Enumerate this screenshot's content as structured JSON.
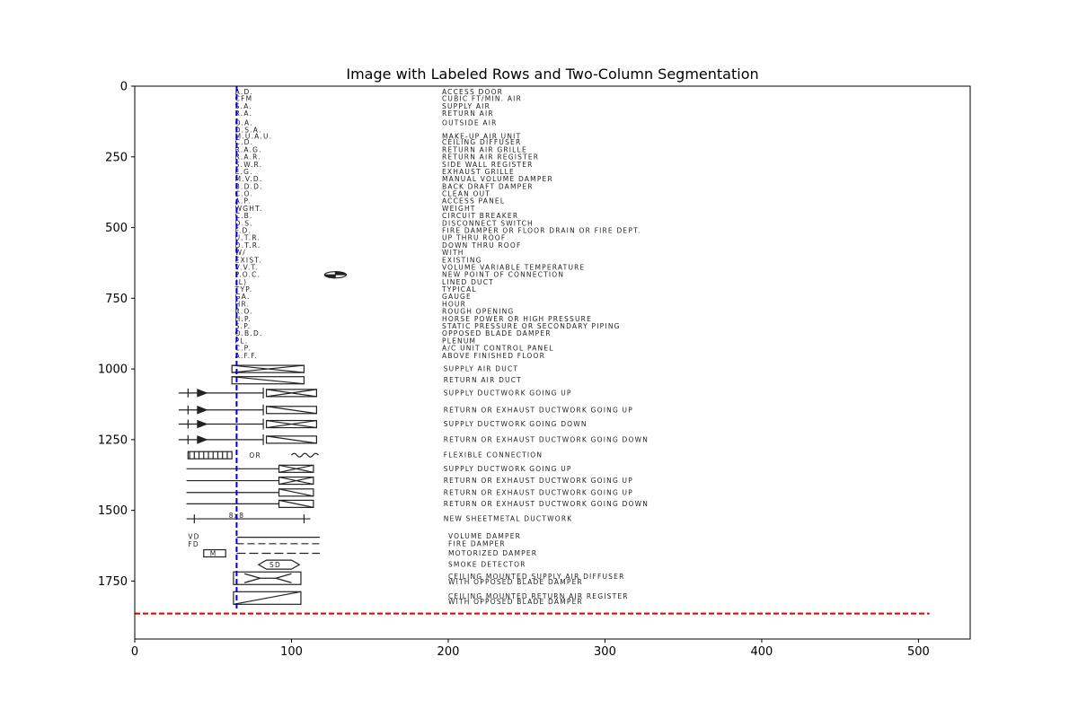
{
  "chart_data": {
    "type": "image-annotation",
    "title": "Image with Labeled Rows and Two-Column Segmentation",
    "xlim": [
      0,
      533
    ],
    "ylim": [
      1955,
      0
    ],
    "xticks": [
      0,
      100,
      200,
      300,
      400,
      500
    ],
    "yticks": [
      0,
      250,
      500,
      750,
      1000,
      1250,
      1500,
      1750
    ],
    "column_divider": {
      "x": 65,
      "y_range": [
        0,
        1850
      ],
      "color": "#0000cc",
      "style": "dashed"
    },
    "bottom_divider": {
      "y": 1865,
      "x_range": [
        0,
        507
      ],
      "color": "#dd0000",
      "style": "dashed"
    },
    "abbreviation_rows": [
      {
        "y": 20,
        "abbr": "A.D.",
        "desc": "ACCESS DOOR"
      },
      {
        "y": 45,
        "abbr": "CFM",
        "desc": "CUBIC FT/MIN. AIR"
      },
      {
        "y": 71,
        "abbr": "S.A.",
        "desc": "SUPPLY AIR"
      },
      {
        "y": 97,
        "abbr": "R.A.",
        "desc": "RETURN AIR"
      },
      {
        "y": 130,
        "abbr": "O.A.",
        "desc": "OUTSIDE AIR"
      },
      {
        "y": 155,
        "abbr": "D.S.A.",
        "desc": ""
      },
      {
        "y": 177,
        "abbr": "M.U.A.U.",
        "desc": "MAKE-UP AIR UNIT"
      },
      {
        "y": 199,
        "abbr": "C.D.",
        "desc": "CEILING DIFFUSER"
      },
      {
        "y": 225,
        "abbr": "R.A.G.",
        "desc": "RETURN AIR GRILLE"
      },
      {
        "y": 251,
        "abbr": "R.A.R.",
        "desc": "RETURN AIR REGISTER"
      },
      {
        "y": 277,
        "abbr": "S.W.R.",
        "desc": "SIDE WALL REGISTER"
      },
      {
        "y": 303,
        "abbr": "E.G.",
        "desc": "EXHAUST GRILLE"
      },
      {
        "y": 329,
        "abbr": "M.V.D.",
        "desc": "MANUAL VOLUME DAMPER"
      },
      {
        "y": 355,
        "abbr": "B.D.D.",
        "desc": "BACK DRAFT DAMPER"
      },
      {
        "y": 381,
        "abbr": "C.O.",
        "desc": "CLEAN OUT"
      },
      {
        "y": 407,
        "abbr": "A.P.",
        "desc": "ACCESS PANEL"
      },
      {
        "y": 433,
        "abbr": "WGHT.",
        "desc": "WEIGHT"
      },
      {
        "y": 459,
        "abbr": "C.B.",
        "desc": "CIRCUIT BREAKER"
      },
      {
        "y": 485,
        "abbr": "D.S.",
        "desc": "DISCONNECT SWITCH"
      },
      {
        "y": 511,
        "abbr": "F.D.",
        "desc": "FIRE DAMPER OR FLOOR DRAIN OR FIRE DEPT."
      },
      {
        "y": 537,
        "abbr": "U.T.R.",
        "desc": "UP THRU ROOF"
      },
      {
        "y": 563,
        "abbr": "D.T.R.",
        "desc": "DOWN THRU ROOF"
      },
      {
        "y": 589,
        "abbr": "W/",
        "desc": "WITH"
      },
      {
        "y": 615,
        "abbr": "EXIST.",
        "desc": "EXISTING"
      },
      {
        "y": 641,
        "abbr": "V.V.T.",
        "desc": "VOLUME VARIABLE TEMPERATURE"
      },
      {
        "y": 667,
        "abbr": "P.O.C.",
        "desc": "NEW POINT OF CONNECTION"
      },
      {
        "y": 693,
        "abbr": "(L)",
        "desc": "LINED DUCT"
      },
      {
        "y": 719,
        "abbr": "TYP.",
        "desc": "TYPICAL"
      },
      {
        "y": 745,
        "abbr": "GA.",
        "desc": "GAUGE"
      },
      {
        "y": 771,
        "abbr": "HR.",
        "desc": "HOUR"
      },
      {
        "y": 797,
        "abbr": "R.O.",
        "desc": "ROUGH OPENING"
      },
      {
        "y": 823,
        "abbr": "H.P.",
        "desc": "HORSE POWER OR HIGH PRESSURE"
      },
      {
        "y": 849,
        "abbr": "S.P.",
        "desc": "STATIC PRESSURE OR SECONDARY PIPING"
      },
      {
        "y": 875,
        "abbr": "O.B.D.",
        "desc": "OPPOSED BLADE DAMPER"
      },
      {
        "y": 901,
        "abbr": "PL.",
        "desc": "PLENUM"
      },
      {
        "y": 927,
        "abbr": "C.P.",
        "desc": "A/C UNIT CONTROL PANEL"
      },
      {
        "y": 953,
        "abbr": "A.F.F.",
        "desc": "ABOVE FINISHED FLOOR"
      }
    ],
    "symbol_rows": [
      {
        "y": 1000,
        "symbol": "supply-duct",
        "desc": "SUPPLY AIR DUCT"
      },
      {
        "y": 1040,
        "symbol": "return-duct",
        "desc": "RETURN AIR DUCT"
      },
      {
        "y": 1085,
        "symbol": "supply-up-arrow",
        "desc": "SUPPLY DUCTWORK GOING UP"
      },
      {
        "y": 1145,
        "symbol": "return-up-arrow",
        "desc": "RETURN OR EXHAUST DUCTWORK GOING UP"
      },
      {
        "y": 1195,
        "symbol": "supply-down-arrow",
        "desc": "SUPPLY DUCTWORK GOING DOWN"
      },
      {
        "y": 1250,
        "symbol": "return-down-arrow",
        "desc": "RETURN OR EXHAUST DUCTWORK GOING DOWN"
      },
      {
        "y": 1305,
        "symbol": "flex",
        "desc": "FLEXIBLE CONNECTION",
        "inline_text": "OR"
      },
      {
        "y": 1353,
        "symbol": "supply-up",
        "desc": "SUPPLY DUCTWORK GOING UP"
      },
      {
        "y": 1395,
        "symbol": "return-up-x",
        "desc": "RETURN OR EXHAUST DUCTWORK GOING UP"
      },
      {
        "y": 1437,
        "symbol": "return-up-n",
        "desc": "RETURN OR EXHAUST DUCTWORK GOING UP"
      },
      {
        "y": 1477,
        "symbol": "return-down-n",
        "desc": "RETURN OR EXHAUST DUCTWORK GOING DOWN"
      },
      {
        "y": 1530,
        "symbol": "sheetmetal",
        "desc": "NEW SHEETMETAL DUCTWORK",
        "inline_text": "8x8"
      },
      {
        "y": 1592,
        "symbol": "vd",
        "desc": "VOLUME DAMPER",
        "inline_text": "VD"
      },
      {
        "y": 1618,
        "symbol": "fd",
        "desc": "FIRE DAMPER",
        "inline_text": "FD"
      },
      {
        "y": 1652,
        "symbol": "md",
        "desc": "MOTORIZED DAMPER",
        "inline_text": "M"
      },
      {
        "y": 1692,
        "symbol": "smoke",
        "desc": "SMOKE DETECTOR",
        "inline_text": "SD"
      },
      {
        "y": 1740,
        "symbol": "ceiling-supply",
        "desc": "CEILING MOUNTED SUPPLY AIR DIFFUSER",
        "desc2": "WITH OPPOSED BLADE DAMPER"
      },
      {
        "y": 1810,
        "symbol": "ceiling-return",
        "desc": "CEILING MOUNTED RETURN AIR REGISTER",
        "desc2": "WITH OPPOSED BLADE DAMPER"
      }
    ]
  }
}
